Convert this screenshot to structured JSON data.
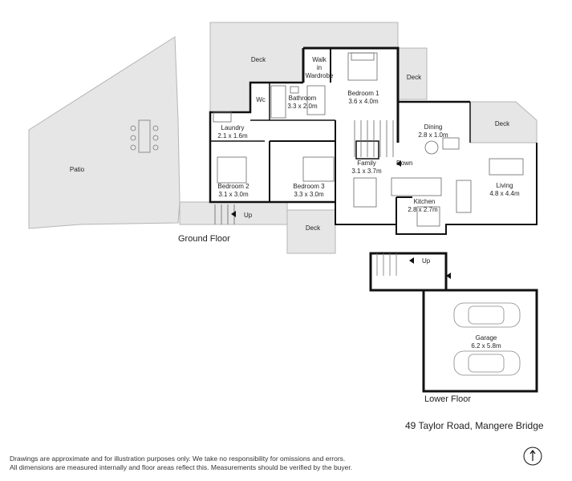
{
  "floors": {
    "ground": "Ground Floor",
    "lower": "Lower Floor"
  },
  "rooms": {
    "patio": {
      "name": "Patio"
    },
    "deck_top": {
      "name": "Deck"
    },
    "deck_right": {
      "name": "Deck"
    },
    "deck_east": {
      "name": "Deck"
    },
    "deck_bottom": {
      "name": "Deck"
    },
    "walk_in_wardrobe": {
      "line1": "Walk",
      "line2": "in",
      "line3": "Wardrobe"
    },
    "bedroom1": {
      "name": "Bedroom 1",
      "dim": "3.6 x 4.0m"
    },
    "wc": {
      "name": "Wc"
    },
    "bathroom": {
      "name": "Bathroom",
      "dim": "3.3 x 2.0m"
    },
    "laundry": {
      "name": "Laundry",
      "dim": "2.1 x 1.6m"
    },
    "dining": {
      "name": "Dining",
      "dim": "2.8 x 1.0m"
    },
    "family": {
      "name": "Family",
      "dim": "3.1 x 3.7m"
    },
    "bedroom2": {
      "name": "Bedroom 2",
      "dim": "3.1 x 3.0m"
    },
    "bedroom3": {
      "name": "Bedroom 3",
      "dim": "3.3 x 3.0m"
    },
    "living": {
      "name": "Living",
      "dim": "4.8 x 4.4m"
    },
    "kitchen": {
      "name": "Kitchen",
      "dim": "2.8 x 2.7m"
    },
    "garage": {
      "name": "Garage",
      "dim": "6.2 x 5.8m"
    }
  },
  "stair_labels": {
    "down": "Down",
    "up_ground": "Up",
    "up_lower": "Up"
  },
  "address": {
    "street": "49 Taylor Road,",
    "suburb": "Mangere Bridge"
  },
  "disclaimer": {
    "line1": "Drawings are approximate and for illustration purposes only. We take no responsibility for omissions and errors.",
    "line2": "All dimensions are measured internally and floor areas reflect this. Measurements should be verified by the buyer."
  },
  "compass_icon": "north-arrow-icon",
  "colors": {
    "wall": "#111111",
    "deck": "#e6e6e6",
    "line": "#9a9a9a"
  }
}
